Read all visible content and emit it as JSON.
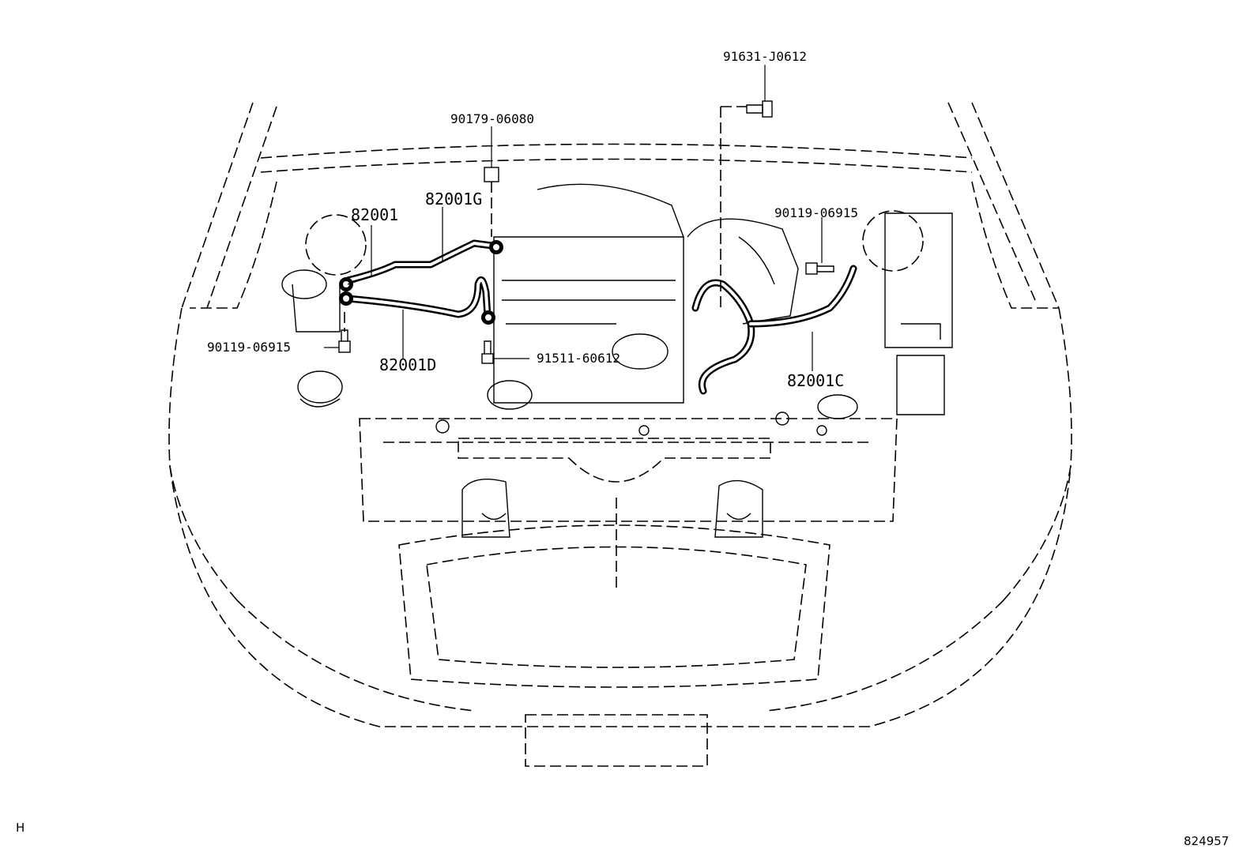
{
  "labels": {
    "bolt_top_right": "91631-J0612",
    "nut_top": "90179-06080",
    "wire_g": "82001G",
    "wire_main": "82001",
    "bolt_right": "90119-06915",
    "bolt_left": "90119-06915",
    "wire_d": "82001D",
    "bolt_center": "91511-60612",
    "wire_c": "82001C"
  },
  "corner": {
    "left_mark": "H",
    "diagram_id": "824957"
  }
}
